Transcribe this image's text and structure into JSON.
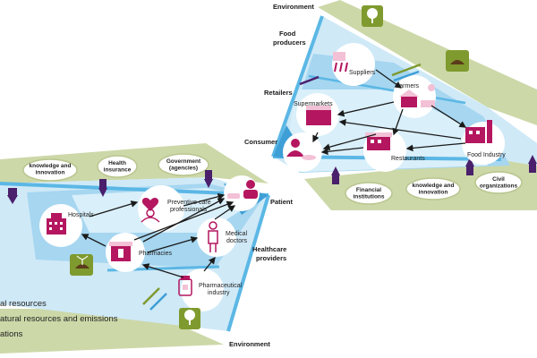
{
  "left_triangle": {
    "layers": {
      "patient": "Patient",
      "healthcare_providers": [
        "Healthcare",
        "providers"
      ],
      "environment": "Environment"
    },
    "top_actors": [
      "knowledge and innovation",
      "Health insurance",
      "Government (agencies)"
    ],
    "nodes": {
      "hospitals": "Hospitals",
      "preventive": [
        "Preventive care",
        "professionals"
      ],
      "pharmacies": "Pharmacies",
      "medical_doctors": [
        "Medical",
        "doctors"
      ],
      "pharma_industry": [
        "Pharmaceutical",
        "industry"
      ]
    }
  },
  "right_triangle": {
    "layers": {
      "environment": "Environment",
      "food_producers": [
        "Food",
        "producers"
      ],
      "retailers": "Retailers",
      "consumer": "Consumer"
    },
    "bottom_actors": [
      "Financial institutions",
      "knowledge and innovation",
      "Civil organizations"
    ],
    "nodes": {
      "suppliers": "Suppliers",
      "farmers": "Farmers",
      "supermarkets": "Supermarkets",
      "restaurants": "Restaurants",
      "food_industry": "Food Industry"
    }
  },
  "legend": {
    "line1": "al resources",
    "line2": "atural resources and emissions",
    "line3": "ations"
  },
  "colors": {
    "olive": "#c9d6a3",
    "light_blue": "#cfe9f7",
    "mid_blue": "#9fd3ef",
    "stripe_blue": "#5bb7e5",
    "magenta": "#b4165f",
    "purple_arrow": "#4a1f6b",
    "green_icon": "#7f9a2e"
  }
}
